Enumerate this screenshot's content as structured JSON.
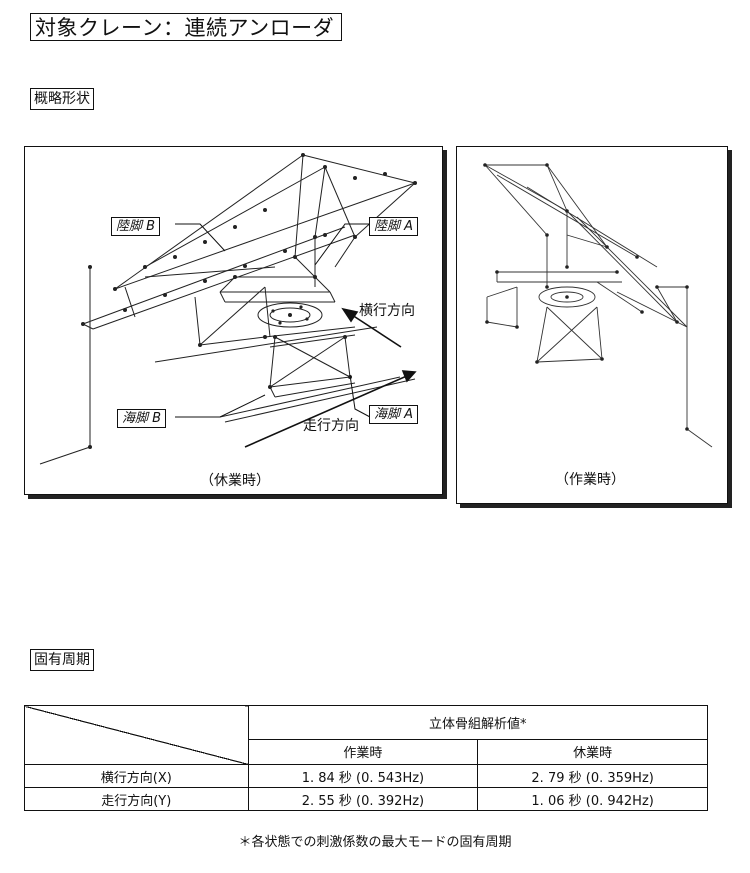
{
  "title": "対象クレーン：連続アンローダ",
  "sections": {
    "shape": "概略形状",
    "period": "固有周期"
  },
  "figure": {
    "left_caption": "（休業時）",
    "right_caption": "（作業時）",
    "callouts": {
      "land_leg_b": "陸脚 B",
      "land_leg_a": "陸脚 A",
      "sea_leg_b": "海脚 B",
      "sea_leg_a": "海脚 A"
    },
    "directions": {
      "traverse": "横行方向",
      "travel": "走行方向"
    }
  },
  "table": {
    "group_header": "立体骨組解析値*",
    "columns": [
      "作業時",
      "休業時"
    ],
    "rows": [
      {
        "label": "横行方向(X)",
        "values": [
          "1. 84 秒 (0. 543Hz)",
          "2. 79 秒 (0. 359Hz)"
        ]
      },
      {
        "label": "走行方向(Y)",
        "values": [
          "2. 55 秒 (0. 392Hz)",
          "1. 06 秒 (0. 942Hz)"
        ]
      }
    ]
  },
  "footnote": "＊各状態での刺激係数の最大モードの固有周期"
}
